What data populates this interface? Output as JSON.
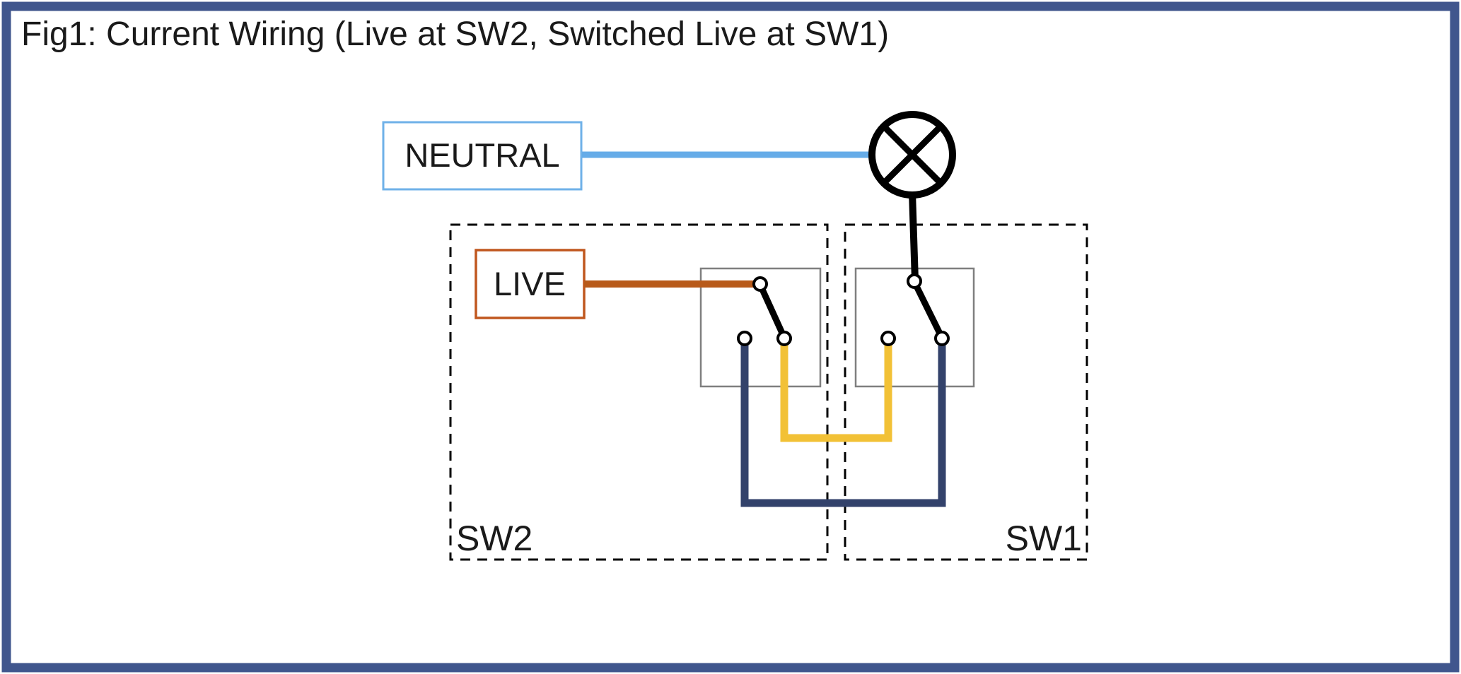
{
  "figure": {
    "title": "Fig1: Current Wiring (Live at SW2, Switched Live at SW1)"
  },
  "nodes": {
    "neutral_label": "NEUTRAL",
    "live_label": "LIVE"
  },
  "enclosures": {
    "sw2_label": "SW2",
    "sw1_label": "SW1"
  },
  "colors": {
    "outer_border": "#40568D",
    "neutral_box_border": "#6FB1E8",
    "neutral_wire": "#66ACE8",
    "live_box_border": "#C0571E",
    "live_wire": "#B85A1A",
    "traveler_yellow": "#F2C136",
    "traveler_navy": "#33426B",
    "switched_live_wire": "#000000",
    "switch_box_border": "#7F7F7F",
    "enclosure_dash": "#000000",
    "text": "#1a1a1a"
  }
}
